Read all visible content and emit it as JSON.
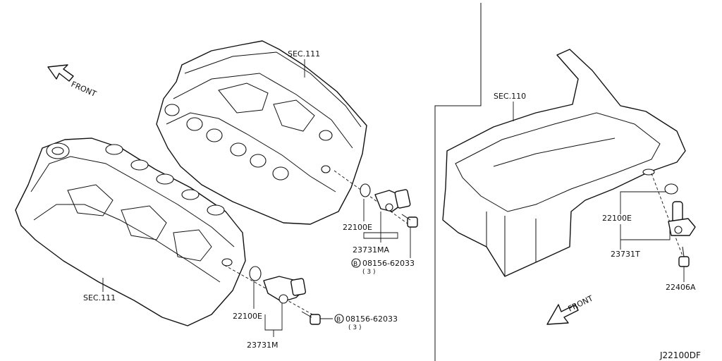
{
  "labels": {
    "front_upper": "FRONT",
    "front_lower": "FRONT",
    "sec_111_top": "SEC.111",
    "sec_111_bottom": "SEC.111",
    "sec_110": "SEC.110",
    "oring_upper": "22100E",
    "sensor_upper": "23731MA",
    "bolt_upper_code": "08156-62033",
    "bolt_upper_qty": "( 3 )",
    "oring_lower": "22100E",
    "sensor_lower": "23731M",
    "bolt_lower_code": "08156-62033",
    "bolt_lower_qty": "( 3 )",
    "oring_right": "22100E",
    "sensor_right": "23731T",
    "bolt_right": "22406A",
    "bolt_symbol": "B",
    "diagram_id": "J22100DF"
  }
}
